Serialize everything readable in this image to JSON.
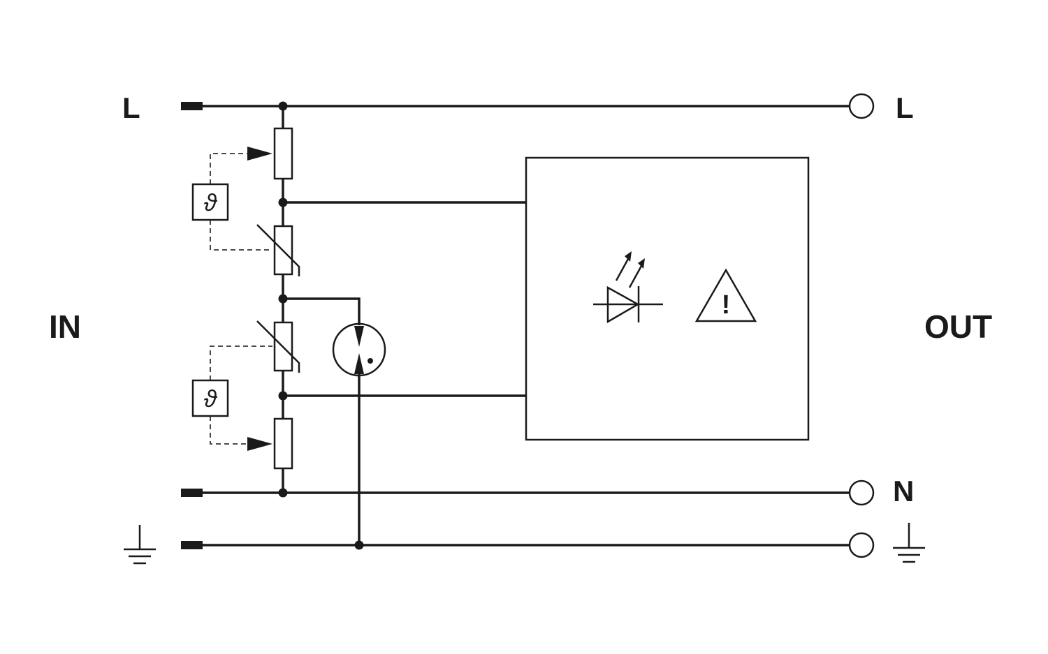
{
  "labels": {
    "in_side": "IN",
    "out_side": "OUT",
    "in_line": "L",
    "out_line": "L",
    "out_neutral": "N",
    "thermal_symbol": "ϑ",
    "warning_mark": "!"
  },
  "colors": {
    "ink": "#1a1a1a",
    "background": "#ffffff"
  }
}
